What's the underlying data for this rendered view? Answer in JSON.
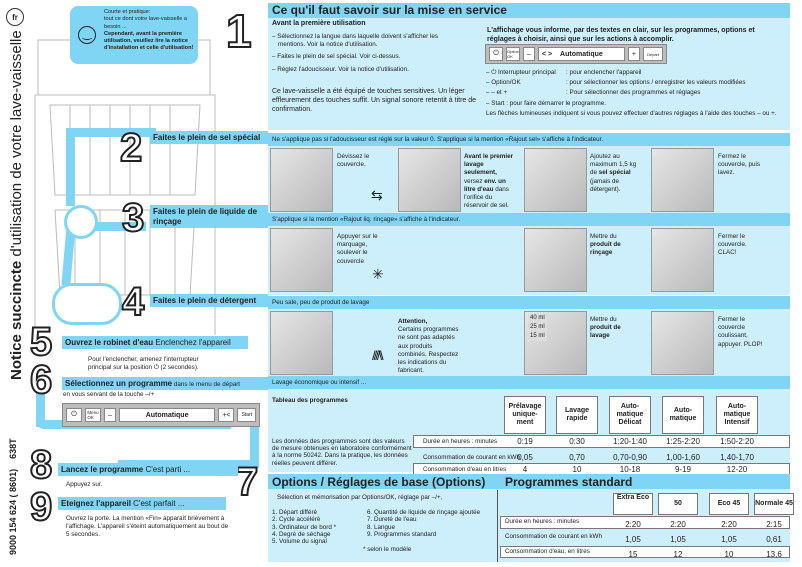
{
  "lang_badge": "fr",
  "side_title": {
    "bold": "Notice succincte",
    "rest": " d'utilisation de votre lave-vaisselle"
  },
  "side_code": "9000 154 624 ( 8601)    638T",
  "intro": {
    "line1": "Courte et pratique:",
    "line2": "tout ce dont votre lave-vaisselle a besoin ...",
    "bold": "Cependant, avant la première utilisation, veuillez lire la notice d'installation et celle d'utilisation!",
    "icon": "smiley-icon"
  },
  "steps": {
    "n1": "1",
    "n2": "2",
    "n3": "3",
    "n4": "4",
    "n5": "5",
    "n6": "6",
    "n7": "7",
    "n8": "8",
    "n9": "9",
    "s2": "Faites le plein de sel spécial",
    "s3": "Faites le plein de liquide de rinçage",
    "s4": "Faites le plein de détergent",
    "s5_bold": "Ouvrez le robinet d'eau",
    "s5_rest": " Enclenchez l'appareil",
    "s5_note": "Pour l'enclencher, amenez l'interrupteur principal sur la position ⏻ (2 secondes).",
    "s6_bold": "Sélectionnez un programme",
    "s6_rest": " dans le menu de départ",
    "s6_note": "en vous servant de la touche –/+",
    "s8_bold": "Lancez le programme",
    "s8_rest": " C'est parti ...",
    "s8_note": "Appuyez sur.",
    "s9_bold": "Eteignez l'appareil",
    "s9_rest": " C'est parfait ...",
    "s9_note": "Ouvrez la porte. La mention «Fin» apparaît brièvement à l'affichage. L'appareil s'éteint automatiquement au bout de 5 secondes."
  },
  "control_panel": {
    "menu": "Menu OK",
    "minus": "–",
    "display": "Automatique",
    "plus": "+<",
    "start": "Start"
  },
  "section1": {
    "title": "Ce qu'il faut savoir sur la mise en service",
    "subtitle": "Avant la première utilisation",
    "items": [
      "– Sélectionnez la langue dans laquelle doivent s'afficher les mentions. Voir la notice d'utilisation.",
      "– Faites le plein de sel spécial. Voir ci-dessus.",
      "– Réglez l'adoucisseur. Voir la notice d'utilisation."
    ],
    "para": "Ce lave-vaisselle a été équipé de touches sensitives. Un léger effleurement des touches suffit. Un signal sonore retentit à titre de confirmation.",
    "display_intro": "L'affichage vous informe, par des textes en clair, sur les programmes, options et réglages à choisir, ainsi que sur les actions à accomplir.",
    "panel": {
      "option": "Option OK",
      "minus": "–",
      "arrows": "< >",
      "display": "Automatique",
      "plus": "+",
      "start": "Départ"
    },
    "legend": [
      {
        "k": "– ⏻ Interrupteur principal",
        "v": ":   pour enclencher l'appareil"
      },
      {
        "k": "– Option/OK",
        "v": ":   pour sélectionner les options / enregistrer les valeurs modifiées"
      },
      {
        "k": "– – et +",
        "v": ":   Pour sélectionner des programmes et réglages"
      }
    ],
    "start_note": "– Start : pour faire démarrer le programme.",
    "arrows_note": "Les flèches lumineuses indiquent si vous pouvez effectuer d'autres réglages à l'aide des touches – ou +."
  },
  "salt": {
    "bar": "Ne s'applique pas si l'adoucisseur est réglé sur la valeur 0. S'applique si la mention «Rajout sel» s'affiche à l'indicateur.",
    "c1": "Dévissez le couvercle.",
    "c2_b1": "Avant le premier lavage seulement,",
    "c2_r": " versez ",
    "c2_b2": "env. un litre d'eau",
    "c2_r2": " dans l'orifice du réservoir de sel.",
    "c3_r": "Ajoutez au maximum 1,5 kg de ",
    "c3_b": "sel spécial",
    "c3_r2": " (jamais de détergent).",
    "c4": "Fermez le couvercle, puis lavez."
  },
  "rinse": {
    "bar": "S'applique si la mention «Rajout liq. rinçage» s'affiche à l'indicateur.",
    "c1": "Appuyer sur le marquage, soulever le couvercle",
    "c3_r": "Mettre du ",
    "c3_b": "produit de rinçage",
    "c4": "Fermer le couvercle. CLAC!"
  },
  "detergent": {
    "bar": "Peu sale, peu de produit de lavage",
    "att_b": "Attention,",
    "att": "Certains programmes ne sont pas adaptés aux produits combinés. Respectez les indications du fabricant.",
    "ml": [
      "40 ml",
      "25 ml",
      "15 ml"
    ],
    "c3_r": "Mettre du ",
    "c3_b": "produit de lavage",
    "c4": "Fermer le couvercle coulissant, appuyer. PLOP!"
  },
  "programs": {
    "bar": "Lavage économique ou intensif ...",
    "title": "Tableau des programmes",
    "note": "Les données des programmes sont des valeurs de mesure obtenues en laboratoire conformément à la norme 50242. Dans la pratique, les données réelles peuvent différer.",
    "columns": [
      "Prélavage unique-ment",
      "Lavage rapide",
      "Auto-matique Délicat",
      "Auto-matique",
      "Auto-matique Intensif"
    ],
    "rows": [
      {
        "label": "Durée en heures : minutes",
        "values": [
          "0:19",
          "0:30",
          "1:20-1:40",
          "1:25-2:20",
          "1:50-2:20"
        ]
      },
      {
        "label": "Consommation de courant en kWh",
        "values": [
          "0,05",
          "0,70",
          "0,70-0,90",
          "1,00-1,60",
          "1,40-1,70"
        ]
      },
      {
        "label": "Consommation d'eau en litres",
        "values": [
          "4",
          "10",
          "10-18",
          "9-19",
          "12-20"
        ]
      }
    ]
  },
  "options": {
    "title": "Options / Réglages de base (Options)",
    "intro": "Sélection et mémorisation par Options/OK, réglage par –/+,",
    "col1": [
      "1. Départ différé",
      "2. Cycle accéléré",
      "3. Ordinateur de bord *",
      "4. Degré de séchage",
      "5. Volume du signal"
    ],
    "col2": [
      "6. Quantité de liquide de rinçage ajoutée",
      "7. Dureté de l'eau",
      "8. Langue",
      "9. Programmes standard"
    ],
    "footnote": "* selon le modèle"
  },
  "standard": {
    "title": "Programmes standard",
    "columns": [
      "Extra Eco",
      "50",
      "Eco 45",
      "Normale 45"
    ],
    "rows": [
      {
        "label": "Durée en heures : minutes",
        "values": [
          "2:20",
          "2:20",
          "2:20",
          "2:15"
        ]
      },
      {
        "label": "Consommation de courant en kWh",
        "values": [
          "1,05",
          "1,05",
          "1,05",
          "0,61"
        ]
      },
      {
        "label": "Consommation d'eau, en litres",
        "values": [
          "15",
          "12",
          "10",
          "13,6"
        ]
      }
    ]
  },
  "colors": {
    "accent": "#7fd5f3",
    "panel": "#cdeefb"
  }
}
